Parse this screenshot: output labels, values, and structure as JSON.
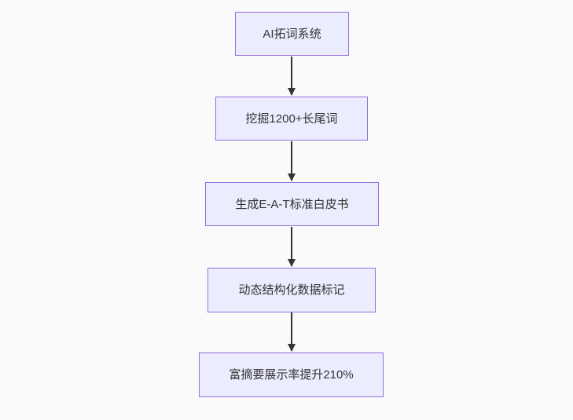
{
  "canvas": {
    "background_color": "#fafafa"
  },
  "diagram": {
    "type": "flowchart",
    "direction": "top-down",
    "node_fill_color": "#ECECFF",
    "node_border_color": "#9370DB",
    "text_color": "#333333",
    "arrow_color": "#333333",
    "nodes": [
      {
        "id": "n1",
        "label": "AI拓词系统"
      },
      {
        "id": "n2",
        "label": "挖掘1200+长尾词"
      },
      {
        "id": "n3",
        "label": "生成E-A-T标准白皮书"
      },
      {
        "id": "n4",
        "label": "动态结构化数据标记"
      },
      {
        "id": "n5",
        "label": "富摘要展示率提升210%"
      }
    ],
    "edges": [
      {
        "from": "n1",
        "to": "n2"
      },
      {
        "from": "n2",
        "to": "n3"
      },
      {
        "from": "n3",
        "to": "n4"
      },
      {
        "from": "n4",
        "to": "n5"
      }
    ]
  }
}
